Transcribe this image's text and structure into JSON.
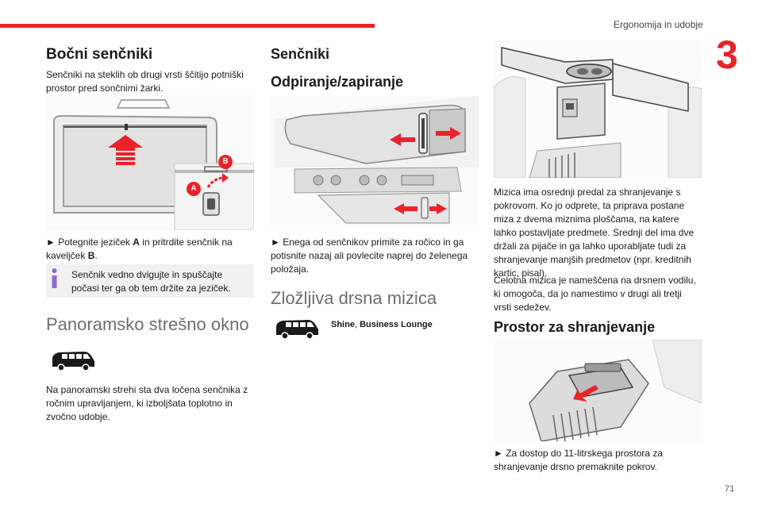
{
  "header": {
    "title": "Ergonomija in udobje",
    "chapter": "3",
    "page_number": "71"
  },
  "col1": {
    "title1": "Bočni senčniki",
    "p1": "Senčniki na steklih ob drugi vrsti ščitijo potniški prostor pred sončnimi žarki.",
    "label_a": "A",
    "label_b": "B",
    "step1_prefix": "► Potegnite jeziček ",
    "step1_a": "A",
    "step1_mid": " in pritrdite senčnik na kaveljček ",
    "step1_b": "B",
    "step1_end": ".",
    "info": "Senčnik vedno dvigujte in spuščajte počasi ter ga ob tem držite za jeziček.",
    "title2": "Panoramsko strešno okno",
    "p2": "Na panoramski strehi sta dva ločena senčnika z ročnim upravljanjem, ki izboljšata toplotno in zvočno udobje."
  },
  "col2": {
    "title1": "Senčniki",
    "title2": "Odpiranje/zapiranje",
    "step1": "► Enega od senčnikov primite za ročico in ga potisnite nazaj ali povlecite naprej do želenega položaja.",
    "title3": "Zložljiva drsna mizica",
    "trim_1": "Shine",
    "trim_sep": ", ",
    "trim_2": "Business Lounge"
  },
  "col3": {
    "p1": "Mizica ima osrednji predal za shranjevanje s pokrovom. Ko jo odprete, ta priprava postane miza z dvema miznima ploščama, na katere lahko postavljate predmete. Srednji del ima dve držali za pijače in ga lahko uporabljate tudi za shranjevanje manjših predmetov (npr. kreditnih kartic, pisal).",
    "p2": "Celotna mizica je nameščena na drsnem vodilu, ki omogoča, da jo namestimo v drugi ali tretji vrsti sedežev.",
    "title1": "Prostor za shranjevanje",
    "step1": "► Za dostop do 11-litrskega prostora za shranjevanje drsno premaknite pokrov."
  },
  "colors": {
    "accent": "#e8242a",
    "info_icon": "#8e6bd6",
    "info_bg": "#f1f1f1"
  },
  "icons": {
    "van": "van-silhouette-icon",
    "info": "info-icon"
  }
}
